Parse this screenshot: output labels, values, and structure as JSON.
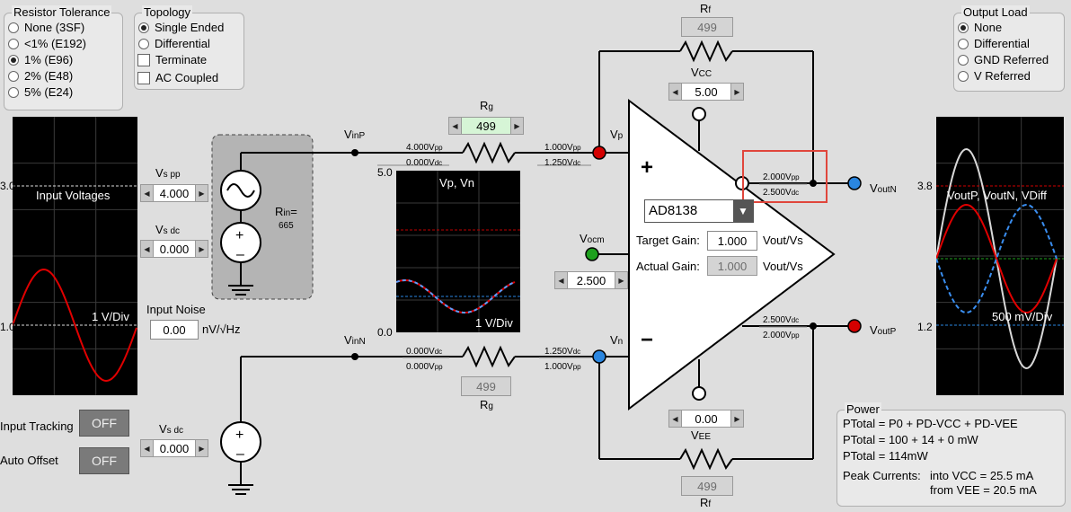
{
  "resistor_tolerance": {
    "title": "Resistor Tolerance",
    "options": [
      "None (3SF)",
      "<1% (E192)",
      "1% (E96)",
      "2% (E48)",
      "5% (E24)"
    ],
    "selected_index": 2
  },
  "topology": {
    "title": "Topology",
    "options": [
      "Single Ended",
      "Differential"
    ],
    "selected_index": 0,
    "checkboxes": [
      "Terminate",
      "AC Coupled"
    ]
  },
  "output_load": {
    "title": "Output Load",
    "options": [
      "None",
      "Differential",
      "GND Referred",
      "V Referred"
    ],
    "selected_index": 0
  },
  "input_scope": {
    "title": "Input Voltages",
    "scale": "1 V/Div",
    "axis_top": "3.0",
    "axis_mid": "1.0"
  },
  "mid_scope": {
    "title": "Vp, Vn",
    "scale": "1 V/Div",
    "axis_top": "5.0",
    "axis_bottom": "0.0"
  },
  "output_scope": {
    "title": "VoutP, VoutN, VDiff",
    "scale": "500 mV/Div",
    "axis_top": "3.8",
    "axis_bottom": "1.2"
  },
  "source": {
    "vs_pp_label": "V",
    "vs_pp_sub": "s pp",
    "vs_pp_value": "4.000",
    "vs_dc_label": "V",
    "vs_dc_sub": "s dc",
    "vs_dc_value": "0.000",
    "rin_label": "R",
    "rin_sub": "in",
    "rin_suffix": "=",
    "rin_value": "665",
    "vs_dc2_label": "V",
    "vs_dc2_sub": "s dc",
    "vs_dc2_value": "0.000"
  },
  "noise": {
    "label": "Input Noise",
    "value": "0.00",
    "unit": "nV/√Hz"
  },
  "input_tracking": {
    "label": "Input Tracking",
    "state": "OFF"
  },
  "auto_offset": {
    "label": "Auto Offset",
    "state": "OFF"
  },
  "nodes": {
    "vinp_label": "V",
    "vinp_sub": "inP",
    "vinn_label": "V",
    "vinn_sub": "inN",
    "vp_label": "V",
    "vp_sub": "p",
    "vn_label": "V",
    "vn_sub": "n",
    "vocm_label": "V",
    "vocm_sub": "ocm",
    "voutn_label": "V",
    "voutn_sub": "outN",
    "voutp_label": "V",
    "voutp_sub": "outP"
  },
  "annotations": {
    "vinp_pp": "4.000V",
    "vinp_pp_sub": "pp",
    "vinp_dc": "0.000V",
    "vinp_dc_sub": "dc",
    "vp_pp": "1.000V",
    "vp_pp_sub": "pp",
    "vp_dc": "1.250V",
    "vp_dc_sub": "dc",
    "vinn_dc": "0.000V",
    "vinn_dc_sub": "dc",
    "vinn_pp": "0.000V",
    "vinn_pp_sub": "pp",
    "vn_dc": "1.250V",
    "vn_dc_sub": "dc",
    "vn_pp": "1.000V",
    "vn_pp_sub": "pp",
    "voutn_pp": "2.000V",
    "voutn_pp_sub": "pp",
    "voutn_dc": "2.500V",
    "voutn_dc_sub": "dc",
    "voutp_dc": "2.500V",
    "voutp_dc_sub": "dc",
    "voutp_pp": "2.000V",
    "voutp_pp_sub": "pp"
  },
  "resistors": {
    "rg_top_label": "R",
    "rg_top_sub": "g",
    "rg_top_value": "499",
    "rg_bot_label": "R",
    "rg_bot_sub": "g",
    "rg_bot_value": "499",
    "rf_top_label": "R",
    "rf_top_sub": "f",
    "rf_top_value": "499",
    "rf_bot_label": "R",
    "rf_bot_sub": "f",
    "rf_bot_value": "499"
  },
  "supplies": {
    "vcc_label": "V",
    "vcc_sub": "CC",
    "vcc_value": "5.00",
    "vee_label": "V",
    "vee_sub": "EE",
    "vee_value": "0.00",
    "vocm_value": "2.500"
  },
  "amp": {
    "part": "AD8138",
    "plus": "+",
    "minus": "−",
    "target_gain_label": "Target Gain:",
    "target_gain_value": "1.000",
    "actual_gain_label": "Actual Gain:",
    "actual_gain_value": "1.000",
    "gain_unit": "Vout/Vs"
  },
  "power": {
    "title": "Power",
    "line1": "PTotal = P0 + PD-VCC + PD-VEE",
    "line2": "PTotal = 100 + 14 + 0 mW",
    "line3": "PTotal = 114mW",
    "peak_label": "Peak Currents:",
    "peak_vcc": "into VCC =  25.5  mA",
    "peak_vee": "from VEE = 20.5 mA"
  },
  "colors": {
    "red_node": "#d40000",
    "blue_node": "#2a86e0",
    "green_node": "#1ea01e",
    "highlight": "#e0463c"
  }
}
